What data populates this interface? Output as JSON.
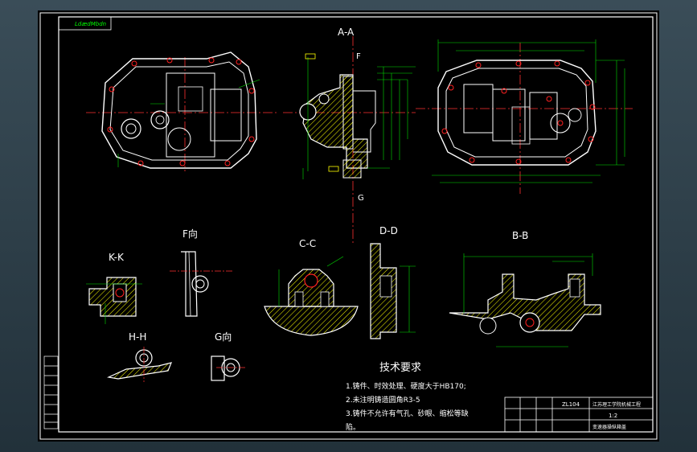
{
  "drawing": {
    "corner_stamp": "LdædMbdn",
    "views": {
      "aa": "A-A",
      "f_arrow": "F",
      "g_arrow": "G",
      "kk": "K-K",
      "f_view": "F向",
      "cc": "C-C",
      "dd": "D-D",
      "bb": "B-B",
      "hh": "H-H",
      "g_view": "G向"
    },
    "tech": {
      "title": "技术要求",
      "items": [
        "1.铸件、时效处理、硬度大于HB170;",
        "2.未注明铸造圆角R3-5",
        "3.铸件不允许有气孔、砂眼、缩松等缺",
        "陷。"
      ]
    },
    "title_block": {
      "code": "ZL104",
      "school": "江苏理工学院机械工程",
      "scale": "1:2",
      "part": "变速器操纵箱盖"
    }
  },
  "colors": {
    "frame": "#ffffff",
    "centerline": "#ff3030",
    "outline": "#ffffff",
    "hatch": "#ffff00",
    "dimension": "#00e000",
    "hole": "#ff2020",
    "hidden": "#00ffff"
  }
}
